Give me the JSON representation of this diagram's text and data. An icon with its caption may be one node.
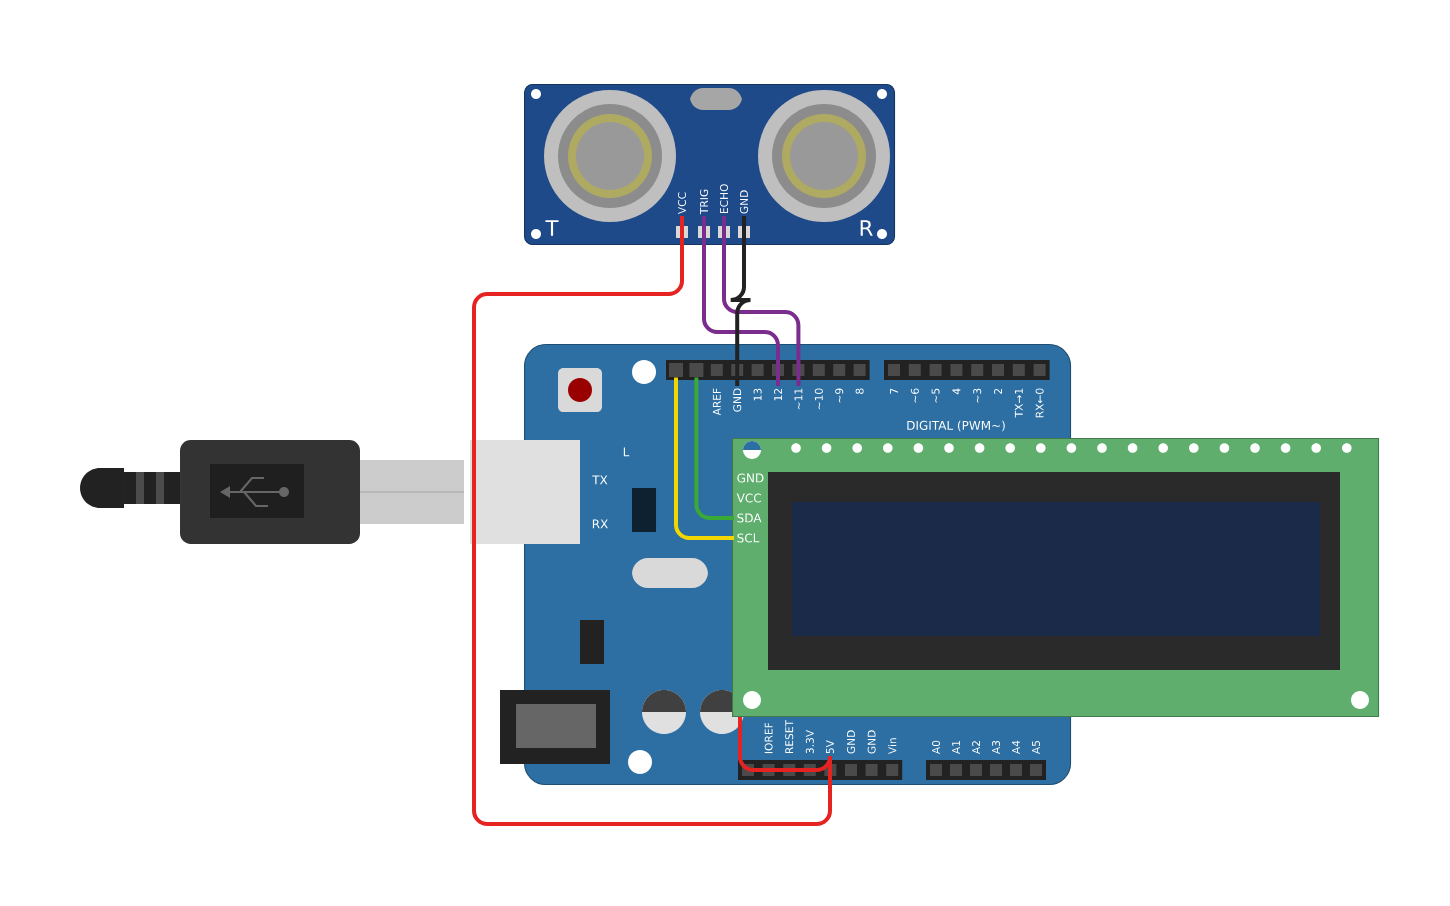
{
  "diagram": {
    "nodes": [
      {
        "text": [
          "T",
          "R"
        ]
      },
      {
        "text": [
          "VCC"
        ],
        "in": 0
      },
      {
        "text": [
          "TRIG"
        ],
        "in": 0
      },
      {
        "text": [
          "ECHO"
        ],
        "in": 0
      },
      {
        "text": [
          "GND"
        ],
        "in": 0
      },
      {
        "text": [
          "DIGITAL (PWM~)"
        ]
      },
      {
        "text": [],
        "shape": "box",
        "in": 5
      },
      {
        "text": [],
        "shape": "box",
        "in": 5
      },
      {
        "text": [
          "GND"
        ],
        "in": 5
      },
      {
        "text": [
          "12"
        ],
        "in": 5
      },
      {
        "text": [
          "~11"
        ],
        "in": 5
      },
      {
        "text": [
          "5V"
        ],
        "in": 5
      },
      {
        "text": [],
        "shape": "box"
      },
      {
        "text": [
          "GND"
        ]
      },
      {
        "text": [
          "VCC"
        ]
      },
      {
        "text": [
          "SDA"
        ]
      },
      {
        "text": [
          "SCL"
        ]
      }
    ],
    "edges": [
      {
        "from": 1,
        "to": 11,
        "arrow": "none",
        "color": "#e52421"
      },
      {
        "from": 2,
        "to": 9,
        "arrow": "none",
        "color": "#7b2d8e"
      },
      {
        "from": 3,
        "to": 10,
        "arrow": "none",
        "color": "#7b2d8e"
      },
      {
        "from": 4,
        "to": 8,
        "arrow": "none",
        "color": "#222222"
      },
      {
        "from": 7,
        "to": 15,
        "arrow": "none",
        "color": "#3aa935"
      },
      {
        "from": 6,
        "to": 16,
        "arrow": "none",
        "color": "#f2d600"
      },
      {
        "from": 12,
        "to": 11,
        "arrow": "none",
        "color": "#e52421"
      }
    ],
    "labels": [
      "AREF",
      "13",
      "~10",
      "~9",
      "8",
      "7",
      "~6",
      "~5",
      "4",
      "~3",
      "2",
      "TX→1",
      "RX←0",
      "L",
      "TX",
      "RX",
      "IOREF",
      "RESET",
      "3.3V",
      "GND",
      "GND",
      "Vin",
      "A0",
      "A1",
      "A2",
      "A3",
      "A4",
      "A5"
    ]
  }
}
